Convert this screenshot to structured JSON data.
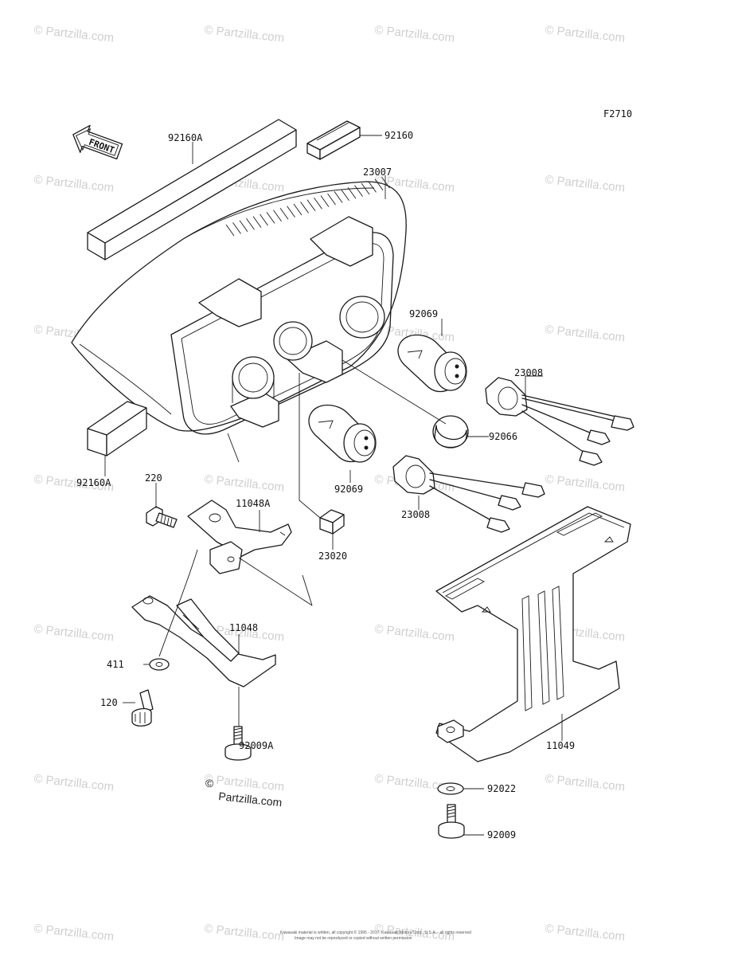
{
  "figure_code": "F2710",
  "front_arrow_text": "FRONT",
  "copyright_symbol": "©",
  "copyright_text": "Partzilla.com",
  "watermark_text": "Partzilla.com",
  "parts": [
    {
      "id": "p92160A_top",
      "label": "92160A"
    },
    {
      "id": "p92160",
      "label": "92160"
    },
    {
      "id": "p23007",
      "label": "23007"
    },
    {
      "id": "p92069_top",
      "label": "92069"
    },
    {
      "id": "p23008_top",
      "label": "23008"
    },
    {
      "id": "p92066",
      "label": "92066"
    },
    {
      "id": "p92069_bot",
      "label": "92069"
    },
    {
      "id": "p23008_bot",
      "label": "23008"
    },
    {
      "id": "p92160A_bot",
      "label": "92160A"
    },
    {
      "id": "p220",
      "label": "220"
    },
    {
      "id": "p11048A",
      "label": "11048A"
    },
    {
      "id": "p23020",
      "label": "23020"
    },
    {
      "id": "p11048",
      "label": "11048"
    },
    {
      "id": "p411",
      "label": "411"
    },
    {
      "id": "p120",
      "label": "120"
    },
    {
      "id": "p92009A",
      "label": "92009A"
    },
    {
      "id": "p11049",
      "label": "11049"
    },
    {
      "id": "p92022",
      "label": "92022"
    },
    {
      "id": "p92009",
      "label": "92009"
    }
  ],
  "footer_fine_print": [
    "Kawasaki material is written, all copyright © 1995 - 2017, Kawasaki Motors Corp., U.S.A. - all rights reserved",
    "Image may not be reproduced or copied without written permission"
  ]
}
